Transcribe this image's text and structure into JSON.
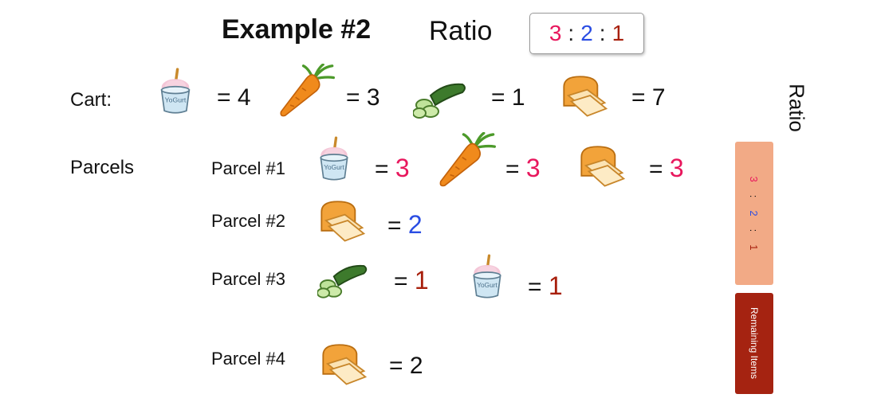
{
  "header": {
    "title": "Example #2",
    "ratio_label": "Ratio",
    "ratio": {
      "a": "3",
      "b": "2",
      "c": "1",
      "separator": ":"
    }
  },
  "colors": {
    "first": "#e8175d",
    "second": "#2a4de3",
    "third": "#a8200d",
    "ratio_bar": "#f2aa86",
    "remaining_bar": "#a52311"
  },
  "cart": {
    "label": "Cart:",
    "items": [
      {
        "icon": "yogurt-icon",
        "text": "= 4"
      },
      {
        "icon": "carrot-icon",
        "text": "= 3"
      },
      {
        "icon": "cucumber-icon",
        "text": "= 1"
      },
      {
        "icon": "bread-icon",
        "text": "= 7"
      }
    ]
  },
  "parcels_label": "Parcels",
  "parcels": [
    {
      "label": "Parcel #1",
      "items": [
        {
          "icon": "yogurt-icon",
          "eq": "=",
          "value": "3"
        },
        {
          "icon": "carrot-icon",
          "eq": "=",
          "value": "3"
        },
        {
          "icon": "bread-icon",
          "eq": "=",
          "value": "3"
        }
      ]
    },
    {
      "label": "Parcel #2",
      "items": [
        {
          "icon": "bread-icon",
          "eq": "=",
          "value": "2"
        }
      ]
    },
    {
      "label": "Parcel #3",
      "items": [
        {
          "icon": "cucumber-icon",
          "eq": "=",
          "value": "1"
        },
        {
          "icon": "yogurt-icon",
          "eq": "=",
          "value": "1"
        }
      ]
    },
    {
      "label": "Parcel #4",
      "items": [
        {
          "icon": "bread-icon",
          "text": "= 2"
        }
      ]
    }
  ],
  "side": {
    "ratio_title": "Ratio",
    "ratio_bar": {
      "a": "3",
      "b": "2",
      "c": "1",
      "separator": ":"
    },
    "remaining_label": "Remaining Items"
  }
}
